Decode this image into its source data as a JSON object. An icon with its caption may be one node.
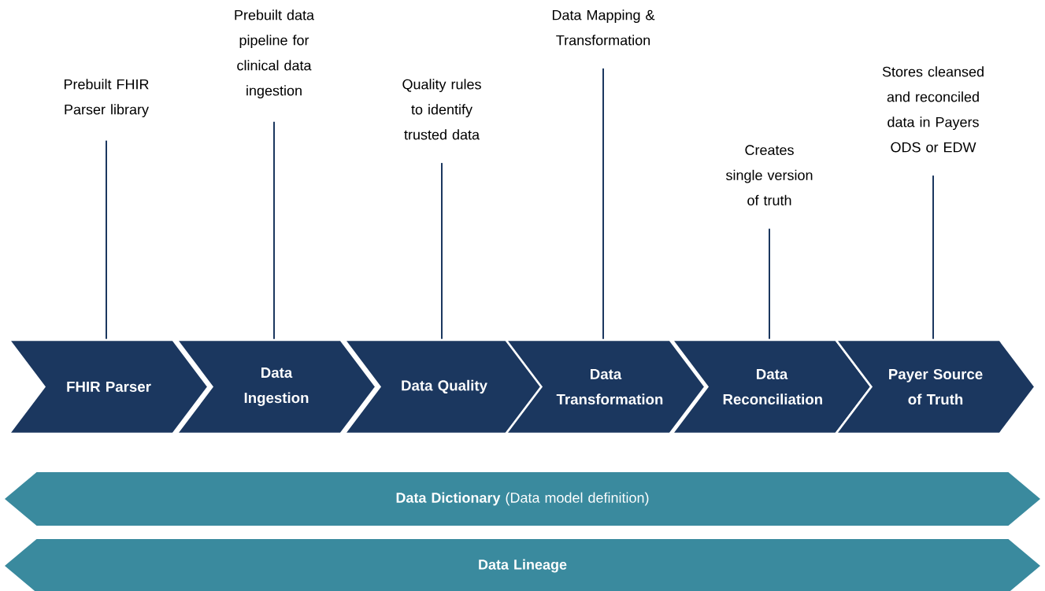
{
  "diagram": {
    "nodes": [
      {
        "text": [
          "FHIR Parser"
        ]
      },
      {
        "text": [
          "Data Ingestion"
        ]
      },
      {
        "text": [
          "Data Quality"
        ]
      },
      {
        "text": [
          "Data Transformation"
        ]
      },
      {
        "text": [
          "Data Reconciliation"
        ]
      },
      {
        "text": [
          "Payer Source of Truth"
        ]
      },
      {
        "text": [
          "Prebuilt FHIR Parser library"
        ]
      },
      {
        "text": [
          "Prebuilt data pipeline for clinical data ingestion"
        ]
      },
      {
        "text": [
          "Quality rules to identify trusted data"
        ]
      },
      {
        "text": [
          "Data Mapping & Transformation"
        ]
      },
      {
        "text": [
          "Creates single version of truth"
        ]
      },
      {
        "text": [
          "Stores cleansed and reconciled data in Payers ODS or EDW"
        ]
      },
      {
        "text": [
          "**Data Dictionary** (Data model definition)"
        ]
      },
      {
        "text": [
          "Data Lineage"
        ]
      }
    ],
    "edges": [
      {
        "from": 6,
        "to": 0,
        "arrow": "none"
      },
      {
        "from": 7,
        "to": 1,
        "arrow": "none"
      },
      {
        "from": 8,
        "to": 2,
        "arrow": "none"
      },
      {
        "from": 9,
        "to": 3,
        "arrow": "none"
      },
      {
        "from": 10,
        "to": 4,
        "arrow": "none"
      },
      {
        "from": 11,
        "to": 5,
        "arrow": "none"
      }
    ]
  }
}
